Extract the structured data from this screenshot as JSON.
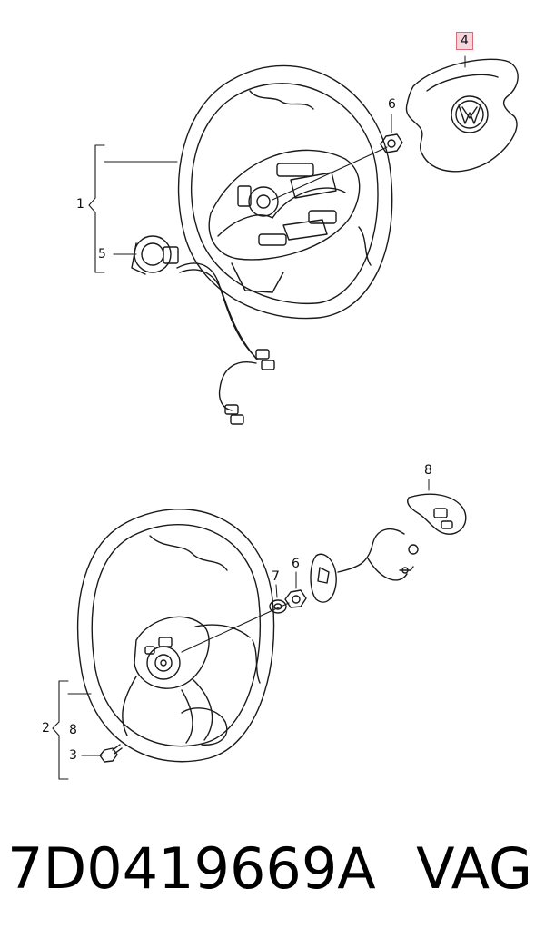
{
  "callouts": {
    "c1": "1",
    "c4": "4",
    "c5": "5",
    "c6_top": "6",
    "c8_top": "8",
    "c7": "7",
    "c6_bottom": "6",
    "c2": "2",
    "c8_sub": "8",
    "c3": "3"
  },
  "footer": {
    "part_number": "7D0419669A",
    "brand": "VAG"
  }
}
